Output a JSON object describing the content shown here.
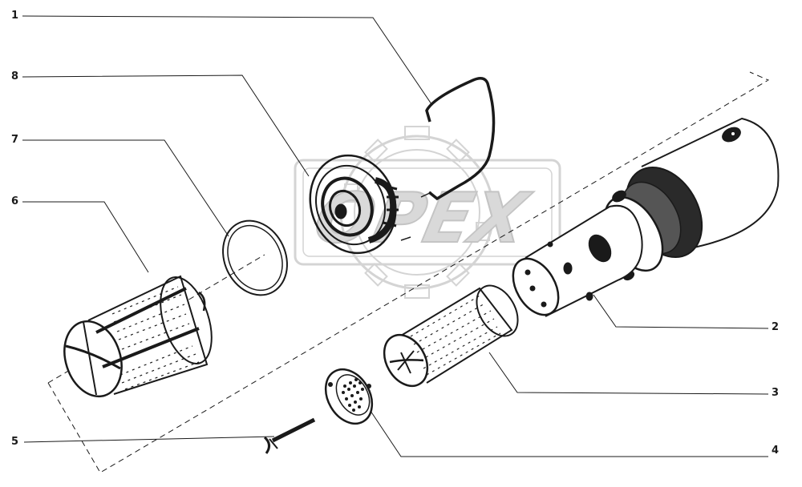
{
  "callouts": {
    "c1": "1",
    "c2": "2",
    "c3": "3",
    "c4": "4",
    "c5": "5",
    "c6": "6",
    "c7": "7",
    "c8": "8"
  },
  "watermark": {
    "text": "OPEX",
    "color": "#d4d4d4"
  },
  "colors": {
    "ink": "#1a1a1a",
    "watermark": "#d4d4d4"
  }
}
